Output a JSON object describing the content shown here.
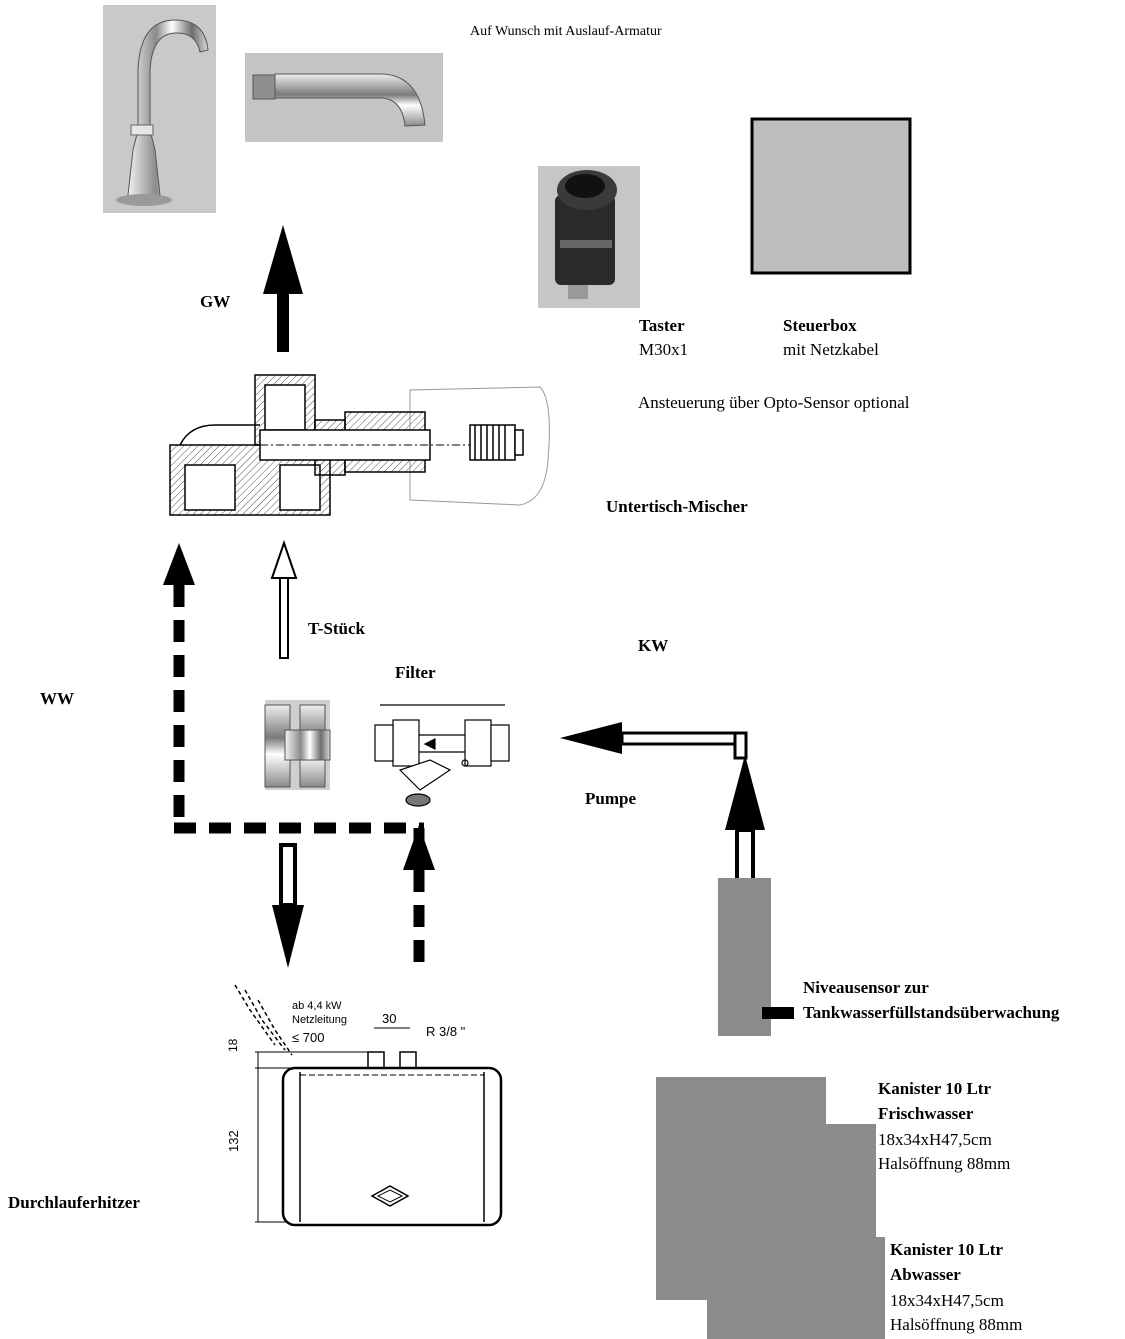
{
  "header": {
    "note": "Auf Wunsch mit Auslauf-Armatur"
  },
  "labels": {
    "gw": "GW",
    "ww": "WW",
    "kw": "KW",
    "t_stueck": "T-Stück",
    "filter": "Filter",
    "pumpe": "Pumpe",
    "mixer": "Untertisch-Mischer",
    "heater": "Durchlauferhitzer"
  },
  "taster": {
    "title": "Taster",
    "spec": "M30x1"
  },
  "steuerbox": {
    "title": "Steuerbox",
    "spec": "mit Netzkabel"
  },
  "opto_note": "Ansteuerung über Opto-Sensor optional",
  "sensor": {
    "line1": "Niveausensor zur",
    "line2": "Tankwasserfüllstandsüberwachung"
  },
  "tank_fresh": {
    "title1": "Kanister 10 Ltr",
    "title2": "Frischwasser",
    "dims": "18x34xH47,5cm",
    "neck": "Halsöffnung 88mm"
  },
  "tank_waste": {
    "title1": "Kanister 10 Ltr",
    "title2": "Abwasser",
    "dims": "18x34xH47,5cm",
    "neck": "Halsöffnung 88mm"
  },
  "heater_drawing": {
    "note1": "ab 4,4 kW",
    "note2": "Netzleitung",
    "note3": "≤ 700",
    "dim_top": "30",
    "thread": "R 3/8 \"",
    "dim_18": "18",
    "dim_132": "132"
  },
  "colors": {
    "tank_gray": "#8c8c8c",
    "box_gray": "#bdbdbd",
    "line": "#000000"
  }
}
